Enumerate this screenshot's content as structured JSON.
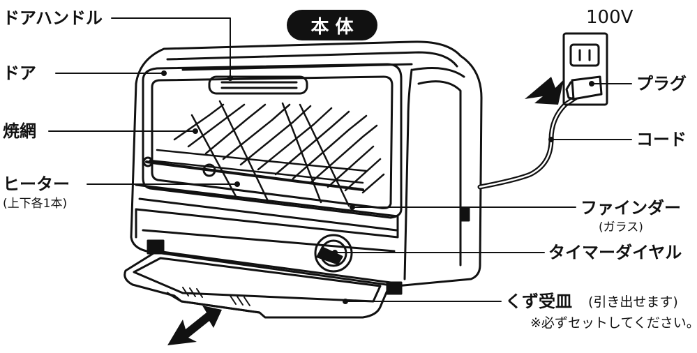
{
  "title": "本 体",
  "voltage": "100V",
  "labels": {
    "door_handle": "ドアハンドル",
    "door": "ドア",
    "rack": "焼網",
    "heater": "ヒーター",
    "heater_note": "(上下各1本)",
    "plug": "プラグ",
    "cord": "コード",
    "finder": "ファインダー",
    "finder_note": "(ガラス)",
    "timer_dial": "タイマーダイヤル",
    "crumb_tray": "くず受皿",
    "crumb_tray_note": "(引き出せます)",
    "crumb_tray_warning": "※必ずセットしてください。"
  }
}
